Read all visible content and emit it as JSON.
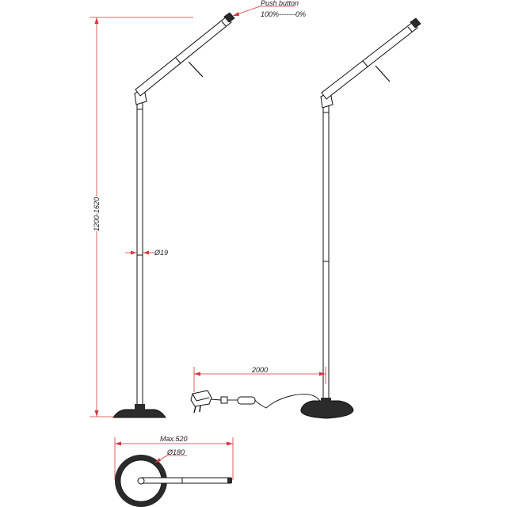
{
  "drawing": {
    "annotations": {
      "push_button": "Push button",
      "dimmer_range": "100%-------0%",
      "height_range": "1200-1620",
      "tube_diameter": "Ø19",
      "cable_length": "2000",
      "max_reach": "Max.520",
      "base_diameter": "Ø180"
    },
    "colors": {
      "dimension_line": "#d9343b",
      "outline": "#111111",
      "base_fill": "#2b2b2b"
    }
  }
}
